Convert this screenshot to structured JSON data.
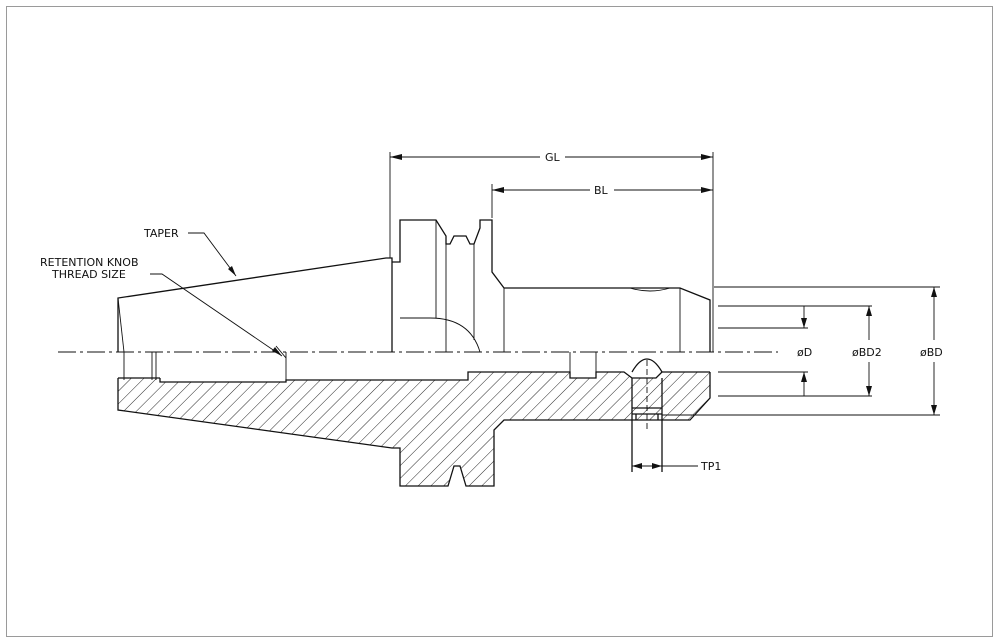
{
  "drawing": {
    "labels": {
      "gl": "GL",
      "bl": "BL",
      "taper": "TAPER",
      "retention_line1": "RETENTION KNOB",
      "retention_line2": "THREAD SIZE",
      "d": "øD",
      "bd2": "øBD2",
      "bd": "øBD",
      "tp1": "TP1"
    },
    "colors": {
      "line": "#111111",
      "frame": "#9a9a9a",
      "background": "#ffffff"
    }
  }
}
